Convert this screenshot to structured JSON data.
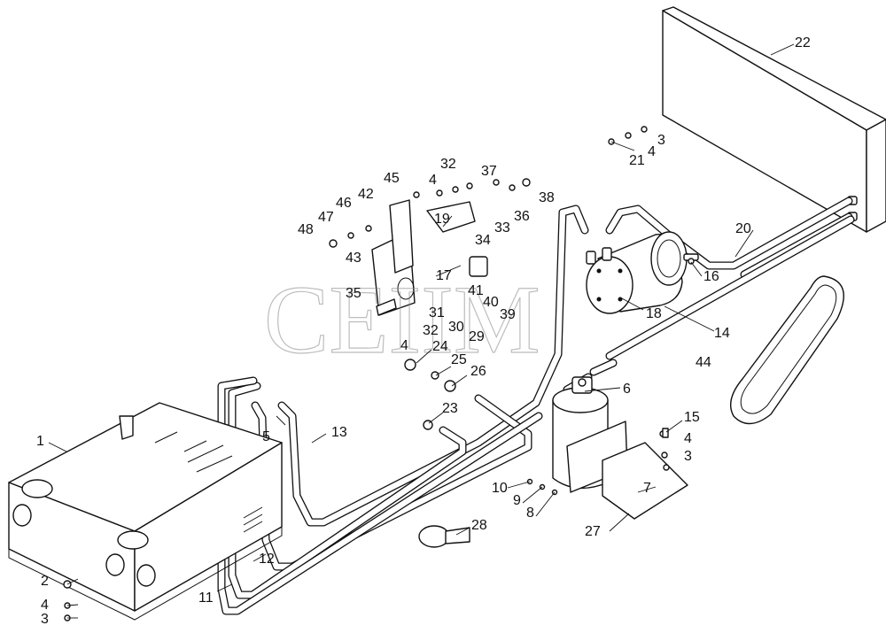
{
  "watermark": "CEIIM",
  "callouts": [
    "1",
    "2",
    "3",
    "4",
    "5",
    "6",
    "7",
    "8",
    "9",
    "10",
    "11",
    "12",
    "13",
    "14",
    "15",
    "16",
    "17",
    "18",
    "19",
    "20",
    "21",
    "22",
    "23",
    "24",
    "25",
    "26",
    "27",
    "28",
    "29",
    "30",
    "31",
    "32",
    "33",
    "34",
    "35",
    "36",
    "37",
    "38",
    "39",
    "40",
    "41",
    "42",
    "43",
    "44",
    "45",
    "46",
    "47",
    "48"
  ],
  "repeat_callouts": {
    "c3b": "3",
    "c3c": "3",
    "c4b": "4",
    "c4c": "4",
    "c4d": "4",
    "c4e": "4",
    "c32b": "32"
  }
}
